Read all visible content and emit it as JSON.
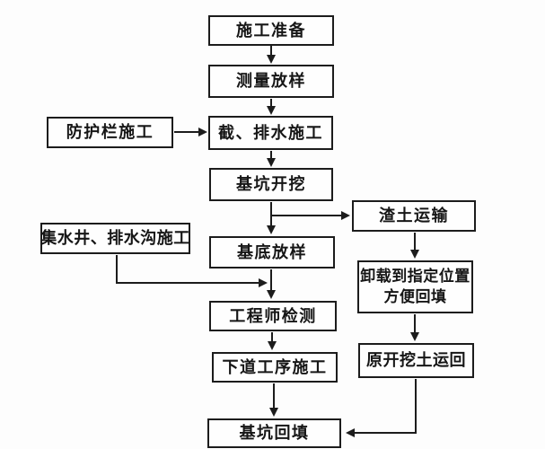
{
  "diagram": {
    "kind": "flowchart",
    "language": "zh-CN",
    "nodes": {
      "prep": {
        "label": "施工准备"
      },
      "survey": {
        "label": "测量放样"
      },
      "drainage": {
        "label": "截、排水施工"
      },
      "excavation": {
        "label": "基坑开挖"
      },
      "baselayout": {
        "label": "基底放样"
      },
      "inspection": {
        "label": "工程师检测"
      },
      "nextprocess": {
        "label": "下道工序施工"
      },
      "backfill": {
        "label": "基坑回填"
      },
      "guardrail": {
        "label": "防护栏施工"
      },
      "sump": {
        "label": "集水井、排水沟施工"
      },
      "muck": {
        "label": "渣土运输"
      },
      "unload": {
        "lines": [
          "卸载到指定位置",
          "方便回填"
        ]
      },
      "return": {
        "label": "原开挖土运回"
      }
    },
    "edges": [
      {
        "from": "prep",
        "to": "survey"
      },
      {
        "from": "survey",
        "to": "drainage"
      },
      {
        "from": "guardrail",
        "to": "drainage"
      },
      {
        "from": "drainage",
        "to": "excavation"
      },
      {
        "from": "excavation",
        "to": "baselayout"
      },
      {
        "from": "excavation",
        "to": "muck"
      },
      {
        "from": "sump",
        "to": "inspection"
      },
      {
        "from": "baselayout",
        "to": "inspection"
      },
      {
        "from": "inspection",
        "to": "nextprocess"
      },
      {
        "from": "nextprocess",
        "to": "backfill"
      },
      {
        "from": "muck",
        "to": "unload"
      },
      {
        "from": "unload",
        "to": "return"
      },
      {
        "from": "return",
        "to": "backfill"
      }
    ],
    "colors": {
      "background": "#fdfdfd",
      "box_fill": "#fefefe",
      "line": "#1c1c1c",
      "text": "#161616"
    }
  }
}
